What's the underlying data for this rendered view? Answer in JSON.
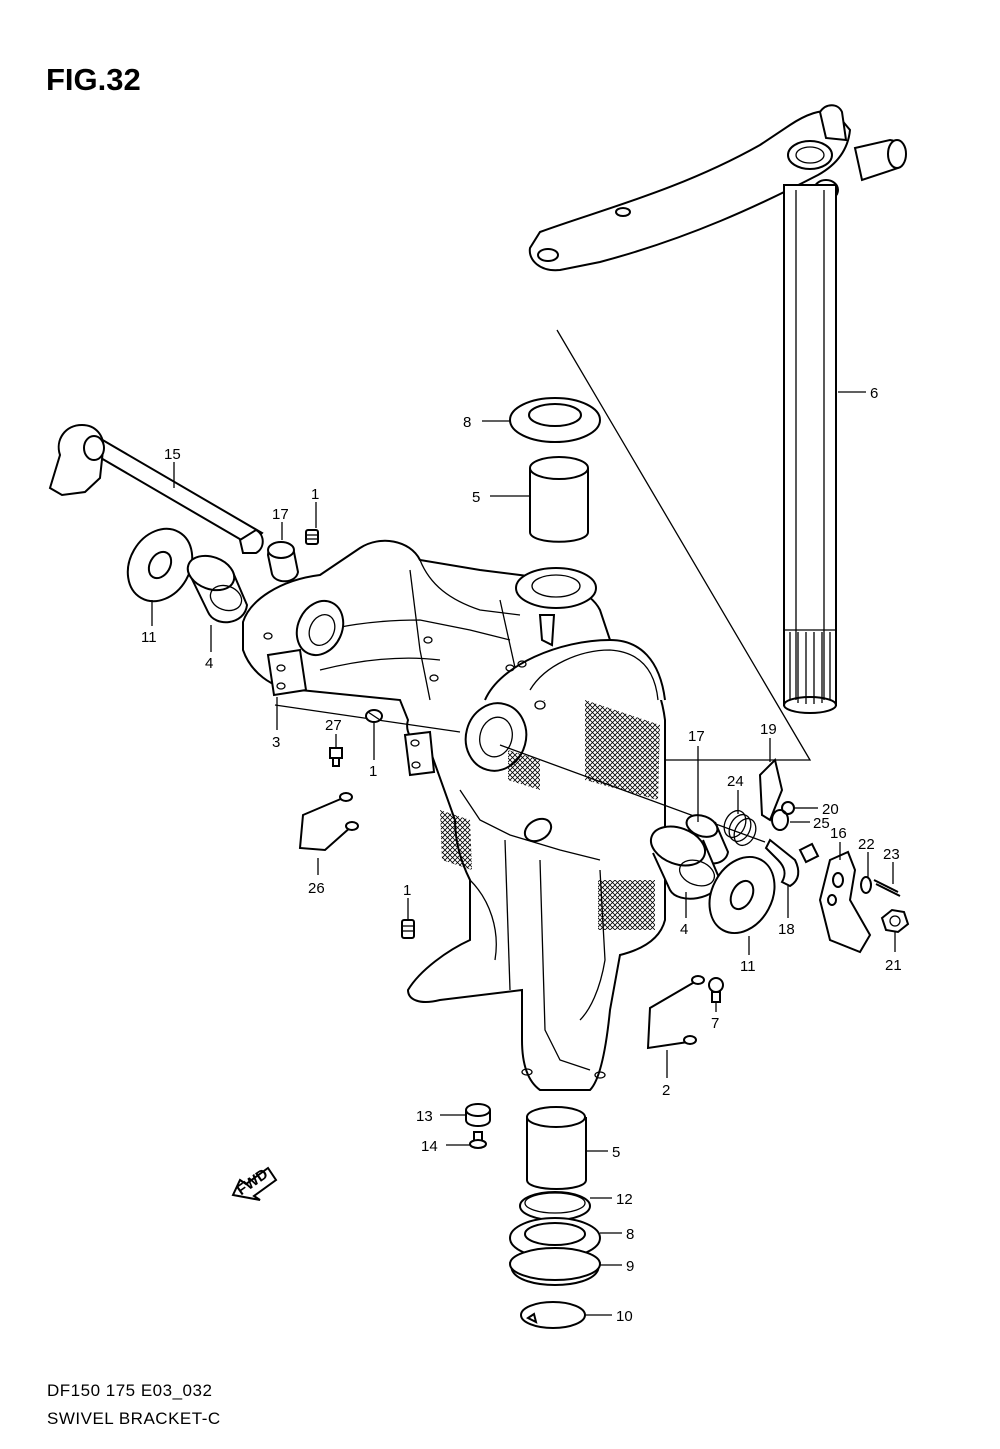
{
  "figure": {
    "title": "FIG.32",
    "code": "DF150 175 E03_032",
    "name": "SWIVEL BRACKET-C",
    "fwd_label": "FWD"
  },
  "callouts": [
    {
      "id": "c6",
      "label": "6"
    },
    {
      "id": "c8a",
      "label": "8"
    },
    {
      "id": "c5a",
      "label": "5"
    },
    {
      "id": "c15",
      "label": "15"
    },
    {
      "id": "c17a",
      "label": "17"
    },
    {
      "id": "c1a",
      "label": "1"
    },
    {
      "id": "c11a",
      "label": "11"
    },
    {
      "id": "c4a",
      "label": "4"
    },
    {
      "id": "c3",
      "label": "3"
    },
    {
      "id": "c27",
      "label": "27"
    },
    {
      "id": "c1b",
      "label": "1"
    },
    {
      "id": "c19",
      "label": "19"
    },
    {
      "id": "c20",
      "label": "20"
    },
    {
      "id": "c17b",
      "label": "17"
    },
    {
      "id": "c24",
      "label": "24"
    },
    {
      "id": "c25",
      "label": "25"
    },
    {
      "id": "c16",
      "label": "16"
    },
    {
      "id": "c22",
      "label": "22"
    },
    {
      "id": "c23",
      "label": "23"
    },
    {
      "id": "c26",
      "label": "26"
    },
    {
      "id": "c1c",
      "label": "1"
    },
    {
      "id": "c4b",
      "label": "4"
    },
    {
      "id": "c11b",
      "label": "11"
    },
    {
      "id": "c18",
      "label": "18"
    },
    {
      "id": "c21",
      "label": "21"
    },
    {
      "id": "c7",
      "label": "7"
    },
    {
      "id": "c2",
      "label": "2"
    },
    {
      "id": "c13",
      "label": "13"
    },
    {
      "id": "c14",
      "label": "14"
    },
    {
      "id": "c5b",
      "label": "5"
    },
    {
      "id": "c12",
      "label": "12"
    },
    {
      "id": "c8b",
      "label": "8"
    },
    {
      "id": "c9",
      "label": "9"
    },
    {
      "id": "c10",
      "label": "10"
    }
  ]
}
